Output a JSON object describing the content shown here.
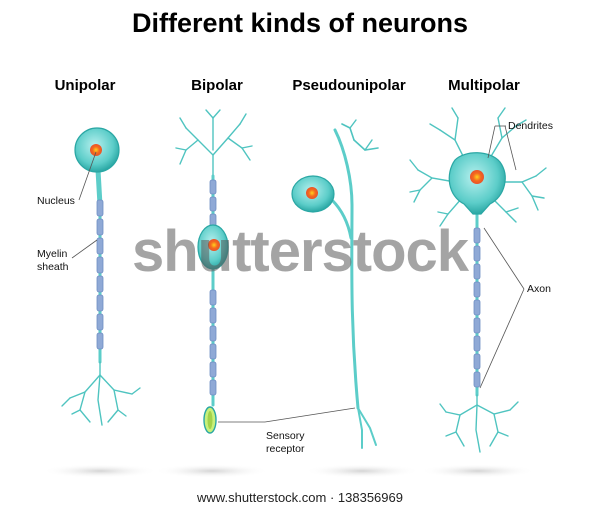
{
  "title": "Different kinds of neurons",
  "columns": {
    "unipolar": "Unipolar",
    "bipolar": "Bipolar",
    "pseudounipolar": "Pseudounipolar",
    "multipolar": "Multipolar"
  },
  "labels": {
    "nucleus": "Nucleus",
    "myelin_line1": "Myelin",
    "myelin_line2": "sheath",
    "dendrites": "Dendrites",
    "axon": "Axon",
    "sensory_line1": "Sensory",
    "sensory_line2": "receptor"
  },
  "watermark": "shutterstock",
  "credit": "www.shutterstock.com · 138356969",
  "colors": {
    "cell_fill": "#5ccdc9",
    "cell_stroke": "#2aa7a4",
    "nucleus": "#f05a22",
    "myelin": "#8fa9d6",
    "leader_line": "#555555"
  }
}
